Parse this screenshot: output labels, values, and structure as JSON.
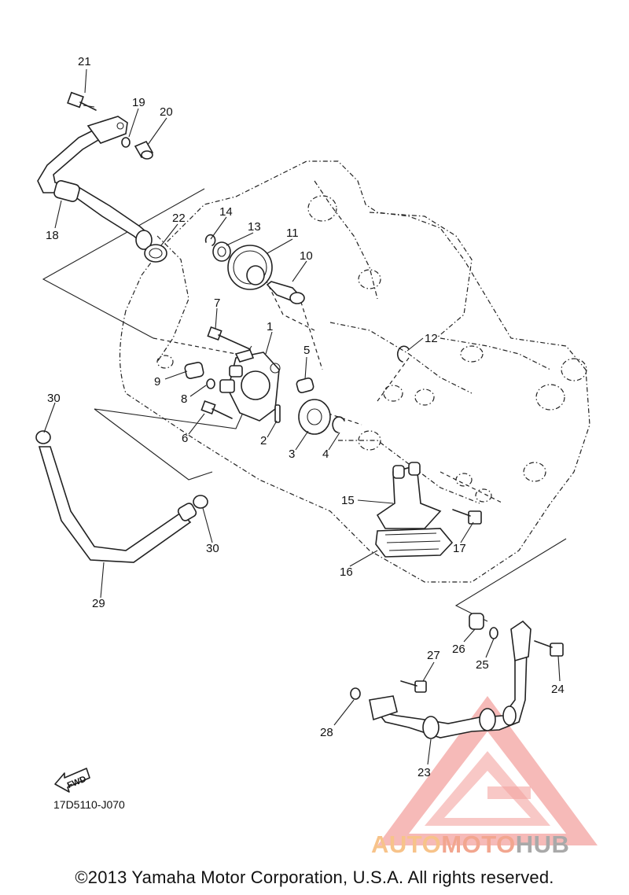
{
  "diagram": {
    "callouts": [
      "1",
      "2",
      "3",
      "4",
      "5",
      "6",
      "7",
      "8",
      "9",
      "10",
      "11",
      "12",
      "13",
      "14",
      "15",
      "16",
      "17",
      "18",
      "19",
      "20",
      "21",
      "22",
      "23",
      "24",
      "25",
      "26",
      "27",
      "28",
      "29",
      "30"
    ],
    "duplicate_callout": "30",
    "code": "17D5110-J070",
    "fwd_label": "FWD"
  },
  "footer": {
    "copyright": "©2013 Yamaha Motor Corporation, U.S.A. All rights reserved."
  },
  "watermark": {
    "part1": "AUTO",
    "part2": "MOTO",
    "part3": "HUB"
  },
  "colors": {
    "ink": "#222222",
    "watermark_red": "#f08a86",
    "watermark_orange": "#f7c38a",
    "watermark_gray": "#a9a9a9"
  }
}
